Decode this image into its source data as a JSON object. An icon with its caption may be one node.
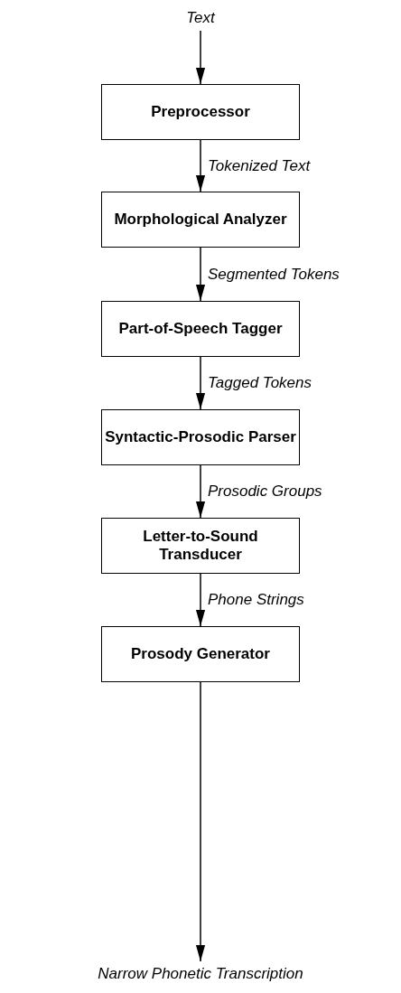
{
  "diagram": {
    "nodes": [
      {
        "text": [
          "Text"
        ]
      },
      {
        "text": [
          "Preprocessor"
        ]
      },
      {
        "text": [
          "Morphological Analyzer"
        ]
      },
      {
        "text": [
          "Part-of-Speech Tagger"
        ]
      },
      {
        "text": [
          "Syntactic-Prosodic Parser"
        ]
      },
      {
        "text": [
          "Letter-to-Sound Transducer"
        ]
      },
      {
        "text": [
          "Prosody Generator"
        ]
      },
      {
        "text": [
          "Narrow Phonetic Transcription"
        ]
      }
    ],
    "edges": [
      {
        "from": 0,
        "to": 1,
        "arrow": "to"
      },
      {
        "from": 1,
        "to": 2,
        "arrow": "to",
        "label": "Tokenized Text"
      },
      {
        "from": 2,
        "to": 3,
        "arrow": "to",
        "label": "Segmented Tokens"
      },
      {
        "from": 3,
        "to": 4,
        "arrow": "to",
        "label": "Tagged Tokens"
      },
      {
        "from": 4,
        "to": 5,
        "arrow": "to",
        "label": "Prosodic Groups"
      },
      {
        "from": 5,
        "to": 6,
        "arrow": "to",
        "label": "Phone Strings"
      },
      {
        "from": 6,
        "to": 7,
        "arrow": "to"
      }
    ]
  }
}
